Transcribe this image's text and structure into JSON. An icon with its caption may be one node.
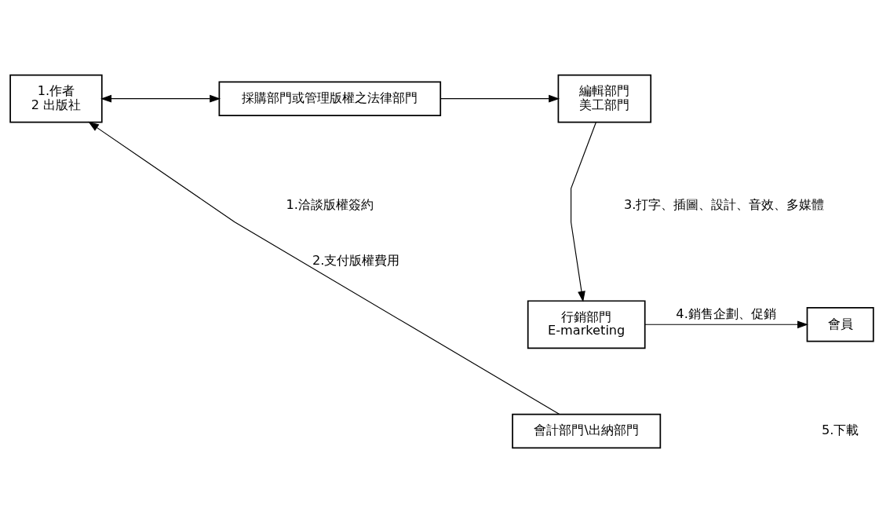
{
  "diagram": {
    "nodes": [
      {
        "text": [
          "1.作者",
          "2 出版社"
        ]
      },
      {
        "text": [
          "採購部門或管理版權之法律部門"
        ]
      },
      {
        "text": [
          "編輯部門",
          "美工部門"
        ]
      },
      {
        "text": [
          "行銷部門",
          "E-marketing"
        ]
      },
      {
        "text": [
          "會員"
        ]
      },
      {
        "text": [
          "會計部門\\出納部門"
        ]
      }
    ],
    "edges": [
      {
        "from": 0,
        "to": 1,
        "arrow": "both"
      },
      {
        "from": 1,
        "to": 2,
        "arrow": "to"
      },
      {
        "from": 2,
        "to": 3,
        "arrow": "to"
      },
      {
        "from": 3,
        "to": 4,
        "arrow": "to",
        "label": "4.銷售企劃、促銷"
      },
      {
        "from": 5,
        "to": 0,
        "arrow": "to",
        "label": "2.支付版權費用"
      }
    ],
    "labels": [
      "1.洽談版權簽約",
      "3.打字、插圖、設計、音效、多媒體",
      "5.下載"
    ]
  }
}
